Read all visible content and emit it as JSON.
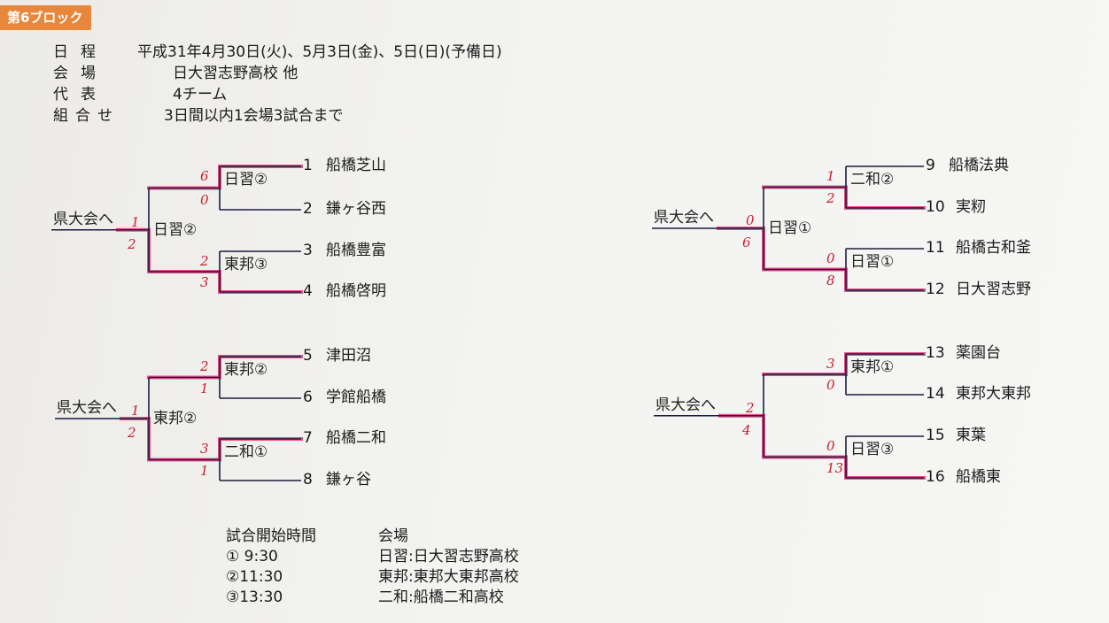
{
  "block_tag": "第6ブロック",
  "info": [
    {
      "key": "日程",
      "value": "平成31年4月30日(火)、5月3日(金)、5日(日)(予備日)"
    },
    {
      "key": "会場",
      "value": "日大習志野高校 他"
    },
    {
      "key": "代表",
      "value": "4チーム"
    },
    {
      "key": "組合せ",
      "value": "3日間以内1会場3試合まで"
    }
  ],
  "teams": [
    {
      "no": "1",
      "name": "船橋芝山"
    },
    {
      "no": "2",
      "name": "鎌ヶ谷西"
    },
    {
      "no": "3",
      "name": "船橋豊富"
    },
    {
      "no": "4",
      "name": "船橋啓明"
    },
    {
      "no": "5",
      "name": "津田沼"
    },
    {
      "no": "6",
      "name": "学館船橋"
    },
    {
      "no": "7",
      "name": "船橋二和"
    },
    {
      "no": "8",
      "name": "鎌ヶ谷"
    },
    {
      "no": "9",
      "name": "船橋法典"
    },
    {
      "no": "10",
      "name": "実籾"
    },
    {
      "no": "11",
      "name": "船橋古和釜"
    },
    {
      "no": "12",
      "name": "日大習志野"
    },
    {
      "no": "13",
      "name": "薬園台"
    },
    {
      "no": "14",
      "name": "東邦大東邦"
    },
    {
      "no": "15",
      "name": "東葉"
    },
    {
      "no": "16",
      "name": "船橋東"
    }
  ],
  "brackets": [
    {
      "final_label": "県大会へ",
      "final_venue": "日習②",
      "final_scores": [
        "1",
        "2"
      ],
      "matches": [
        {
          "venue": "日習②",
          "scores": [
            "6",
            "0"
          ]
        },
        {
          "venue": "東邦③",
          "scores": [
            "2",
            "3"
          ]
        }
      ]
    },
    {
      "final_label": "県大会へ",
      "final_venue": "東邦②",
      "final_scores": [
        "1",
        "2"
      ],
      "matches": [
        {
          "venue": "東邦②",
          "scores": [
            "2",
            "1"
          ]
        },
        {
          "venue": "二和①",
          "scores": [
            "3",
            "1"
          ]
        }
      ]
    },
    {
      "final_label": "県大会へ",
      "final_venue": "日習①",
      "final_scores": [
        "0",
        "6"
      ],
      "matches": [
        {
          "venue": "二和②",
          "scores": [
            "1",
            "2"
          ]
        },
        {
          "venue": "日習①",
          "scores": [
            "0",
            "8"
          ]
        }
      ]
    },
    {
      "final_label": "県大会へ",
      "final_venue": "",
      "final_scores": [
        "2",
        "4"
      ],
      "matches": [
        {
          "venue": "東邦①",
          "scores": [
            "3",
            "0"
          ]
        },
        {
          "venue": "日習③",
          "scores": [
            "0",
            "13"
          ]
        }
      ]
    }
  ],
  "legend": {
    "time_header": "試合開始時間",
    "times": [
      "① 9:30",
      "②11:30",
      "③13:30"
    ],
    "venue_header": "会場",
    "venues": [
      "日習:日大習志野高校",
      "東邦:東邦大東邦高校",
      "二和:船橋二和高校"
    ]
  },
  "colors": {
    "tag": "#e8873b",
    "line": "#1c1c3c",
    "highlight": "#e8508a",
    "score": "#c8202e"
  }
}
